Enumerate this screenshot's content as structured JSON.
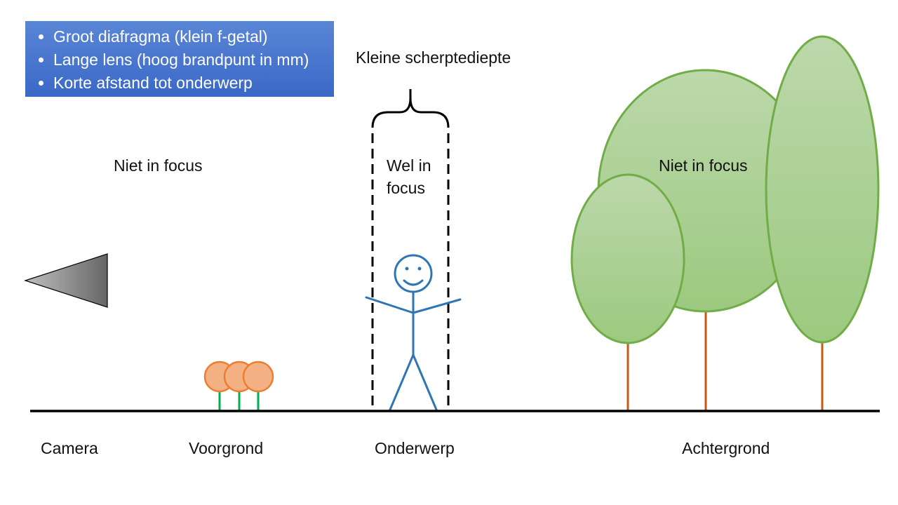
{
  "info_box": {
    "color": "#4a77cf",
    "items": [
      "Groot diafragma (klein f-getal)",
      "Lange lens (hoog brandpunt in mm)",
      "Korte afstand tot onderwerp"
    ]
  },
  "depth_label": "Kleine scherptediepte",
  "focus_labels": {
    "left": "Niet in focus",
    "center_line1": "Wel in",
    "center_line2": "focus",
    "right": "Niet in focus"
  },
  "ground_labels": {
    "camera": "Camera",
    "foreground": "Voorgrond",
    "subject": "Onderwerp",
    "background": "Achtergrond"
  },
  "colors": {
    "ground": "#000000",
    "stick_figure": "#2e75b6",
    "flower_fill": "#f4b183",
    "flower_stroke": "#ed7d31",
    "flower_stem": "#00b050",
    "tree_fill": "#a9d18e",
    "tree_stroke": "#70ad47",
    "trunk": "#c55a11",
    "camera_dark": "#666666",
    "camera_light": "#bfbfbf"
  },
  "icons": [
    "camera-icon",
    "flower-icon",
    "stick-figure-icon",
    "tree-icon",
    "brace-icon"
  ]
}
